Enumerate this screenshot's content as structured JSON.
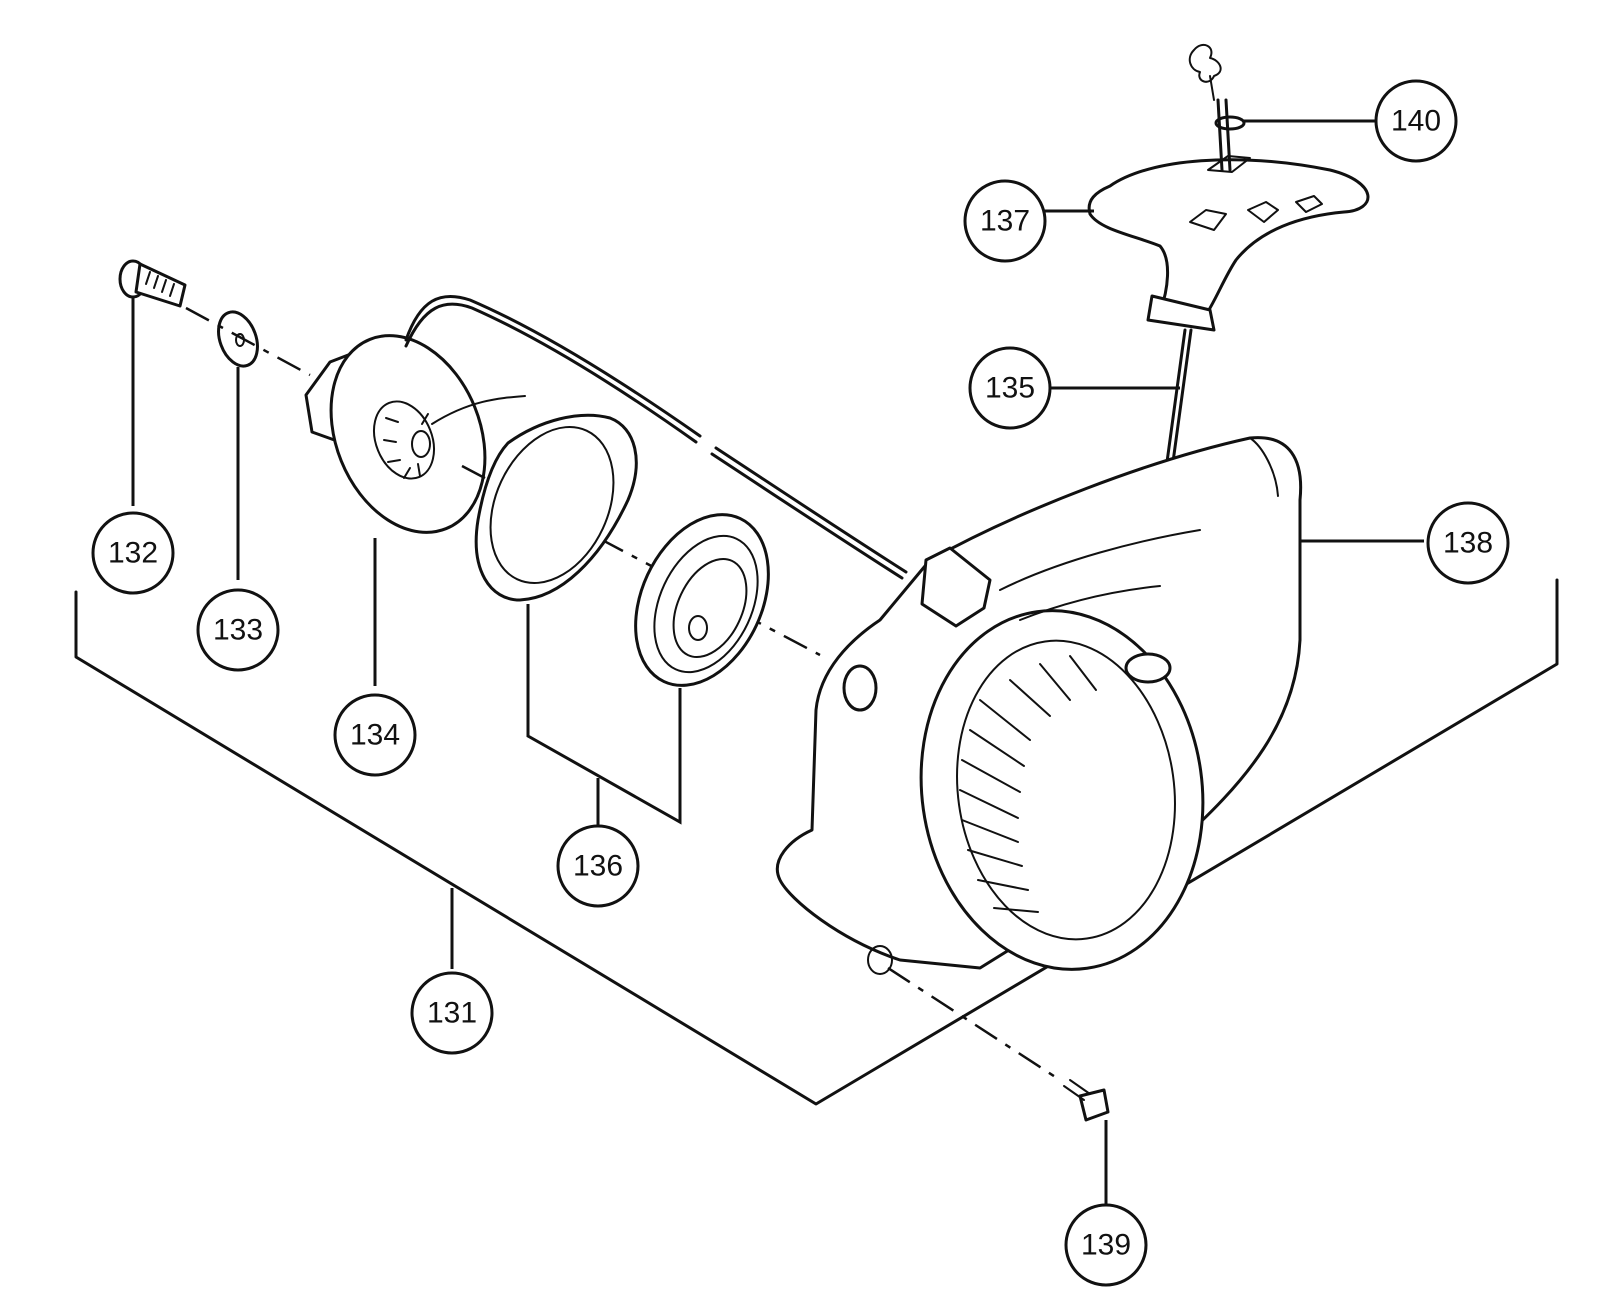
{
  "callouts": {
    "p131": "131",
    "p132": "132",
    "p133": "133",
    "p134": "134",
    "p135": "135",
    "p136": "136",
    "p137": "137",
    "p138": "138",
    "p139": "139",
    "p140": "140"
  },
  "colors": {
    "ink": "#111111",
    "paper": "#ffffff"
  }
}
